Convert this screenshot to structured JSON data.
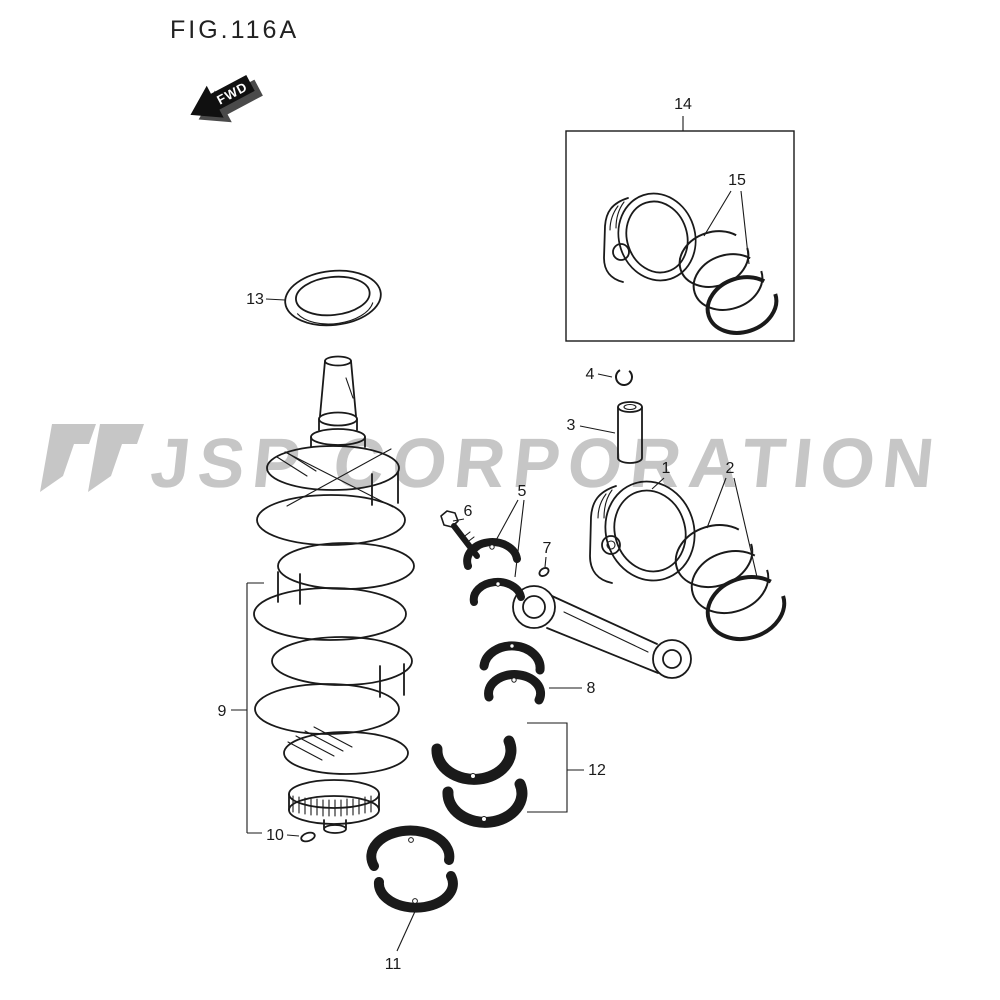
{
  "figure": {
    "title": "FIG.116A",
    "fwd_label": "FWD"
  },
  "watermark": {
    "text": "JSP CORPORATION"
  },
  "callouts": {
    "c1": "1",
    "c2": "2",
    "c3": "3",
    "c4": "4",
    "c5": "5",
    "c6": "6",
    "c7": "7",
    "c8": "8",
    "c9": "9",
    "c10": "10",
    "c11": "11",
    "c12": "12",
    "c13": "13",
    "c14": "14",
    "c15": "15"
  },
  "colors": {
    "line": "#1a1a1a",
    "watermark": "#c6c6c6"
  }
}
